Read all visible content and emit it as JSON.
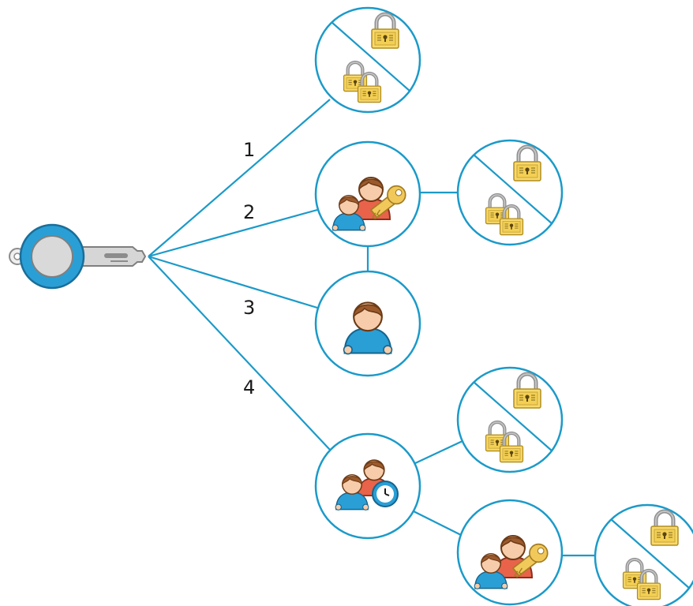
{
  "branches": [
    {
      "label": "1",
      "target": "locks"
    },
    {
      "label": "2",
      "target": "user-group-with-key"
    },
    {
      "label": "3",
      "target": "single-user"
    },
    {
      "label": "4",
      "target": "user-group-with-clock"
    }
  ],
  "icons": {
    "source": "key-icon",
    "lock": "padlock-icon",
    "group_key": "user-group-key-icon",
    "user": "user-icon",
    "group_clock": "user-group-clock-icon"
  },
  "colors": {
    "line": "#1b9ac9",
    "key_blue": "#2a9fd6",
    "lock_body": "#f6d96a",
    "shackle": "#9a9a9a",
    "person_blue": "#2a9fd6",
    "person_red": "#e8634a",
    "hair": "#9c5a2c",
    "skin": "#f6ccaa"
  }
}
